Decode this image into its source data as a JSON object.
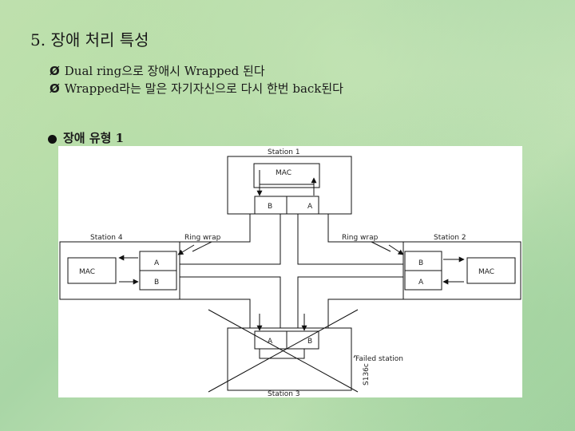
{
  "slide": {
    "title": "5. 장애 처리 특성",
    "bullets": [
      "Dual ring으로 장애시 Wrapped 된다",
      "Wrapped라는 말은 자기자신으로 다시 한번  back된다"
    ],
    "subheading": "장애 유형 1"
  },
  "diagram": {
    "station_top": "Station 1",
    "station_left": "Station 4",
    "station_right": "Station 2",
    "station_bottom": "Station 3",
    "mac": "MAC",
    "port_a": "A",
    "port_b": "B",
    "ring_wrap": "Ring wrap",
    "failed_station": "Failed station",
    "figure_code": "S136c"
  }
}
